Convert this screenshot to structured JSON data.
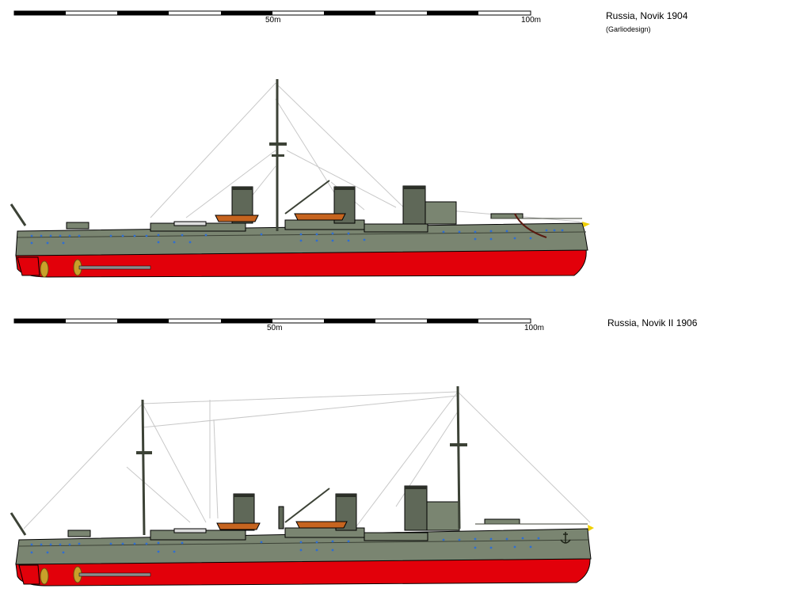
{
  "top": {
    "scale": {
      "mid_label": "50m",
      "end_label": "100m"
    },
    "title": "Russia, Novik 1904",
    "credit": "(Garliodesign)"
  },
  "bottom": {
    "scale": {
      "mid_label": "50m",
      "end_label": "100m"
    },
    "title": "Russia, Novik II 1906"
  },
  "colors": {
    "hull_grey": "#7a8571",
    "hull_red": "#e2000a",
    "deck_line": "#3c4236",
    "funnel": "#5f6858",
    "porthole": "#2f6ed2",
    "boat_wood": "#c6641f",
    "propeller": "#c9a02a",
    "rigging": "#c8c8c8"
  }
}
